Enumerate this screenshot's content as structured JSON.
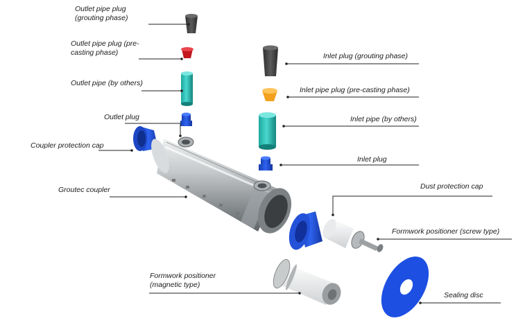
{
  "labels": {
    "outlet_plug_grouting": "Outlet pipe plug (grouting phase)",
    "outlet_plug_precasting": "Outlet pipe plug  (pre-casting phase)",
    "outlet_pipe": "Outlet pipe (by others)",
    "outlet_plug": "Outlet plug",
    "coupler_cap": "Coupler protection cap",
    "coupler": "Groutec coupler",
    "inlet_plug_grouting": "Inlet plug (grouting phase)",
    "inlet_plug_precasting": "Inlet pipe plug (pre-casting phase)",
    "inlet_pipe": "Inlet pipe (by others)",
    "inlet_plug": "Inlet plug",
    "dust_cap": "Dust protection cap",
    "screw_positioner": "Formwork positioner (screw type)",
    "magnetic_positioner": "Formwork positioner (magnetic type)",
    "sealing_disc": "Sealing disc"
  },
  "colors": {
    "plug_gray": "#4a4a4a",
    "plug_red": "#d4202a",
    "pipe_teal": "#2fc6bc",
    "part_blue": "#1f4fd6",
    "plug_orange": "#f5a623",
    "steel": "#b9bcbe",
    "white_part": "#f2f2f2",
    "leader_line": "#222222"
  }
}
